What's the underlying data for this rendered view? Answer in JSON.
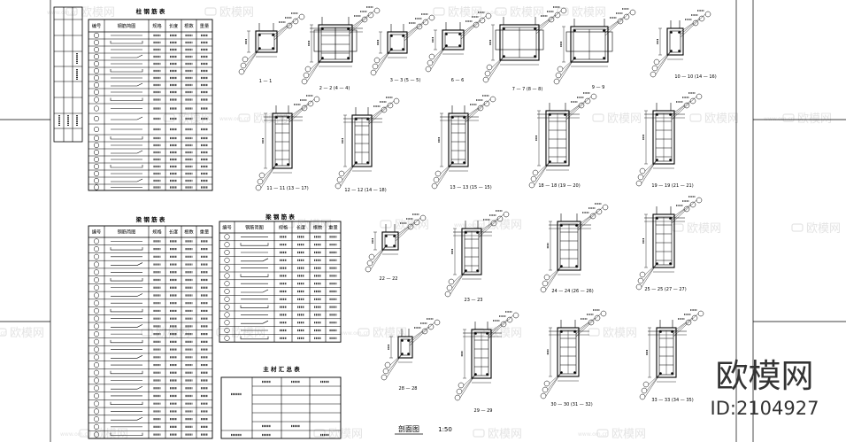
{
  "drawing": {
    "tables": {
      "column_rebar": {
        "title": "柱 钢 筋 表",
        "headers": [
          "编号",
          "钢筋简图",
          "规格",
          "长度",
          "根数",
          "重量"
        ]
      },
      "beam_rebar_1": {
        "title": "梁 钢 筋 表",
        "headers": [
          "编号",
          "钢筋简图",
          "规格",
          "长度",
          "根数",
          "重量"
        ]
      },
      "beam_rebar_2": {
        "title": "梁 钢 筋 表",
        "headers": [
          "编号",
          "钢筋简图",
          "规格",
          "长度",
          "根数",
          "重量"
        ]
      },
      "summary": {
        "title": "主 材 汇 总 表"
      }
    },
    "sections": [
      "1 — 1",
      "2 — 2 (4 — 4)",
      "3 — 3 (5 — 5)",
      "6 — 6",
      "7 — 7 (8 — 8)",
      "9 — 9",
      "10 — 10 (14 — 16)",
      "11 — 11 (13 — 17)",
      "12 — 12 (14 — 18)",
      "13 — 13 (15 — 15)",
      "18 — 18 (19 — 20)",
      "19 — 19 (21 — 21)",
      "22 — 22",
      "23 — 23",
      "24 — 24 (26 — 26)",
      "25 — 25 (27 — 27)",
      "28 — 28",
      "29 — 29",
      "30 — 30 (31 — 32)",
      "33 — 33 (34 — 35)"
    ],
    "plan_title": "剖面图",
    "scale": "1:50"
  },
  "brand": {
    "name": "欧模网",
    "id": "ID:2104927"
  },
  "watermark": {
    "text": "欧模网",
    "url": "www.om.cn"
  },
  "colors": {
    "line": "#000000",
    "watermark": "#e4e4e4",
    "brand": "#333333",
    "background": "#ffffff"
  }
}
